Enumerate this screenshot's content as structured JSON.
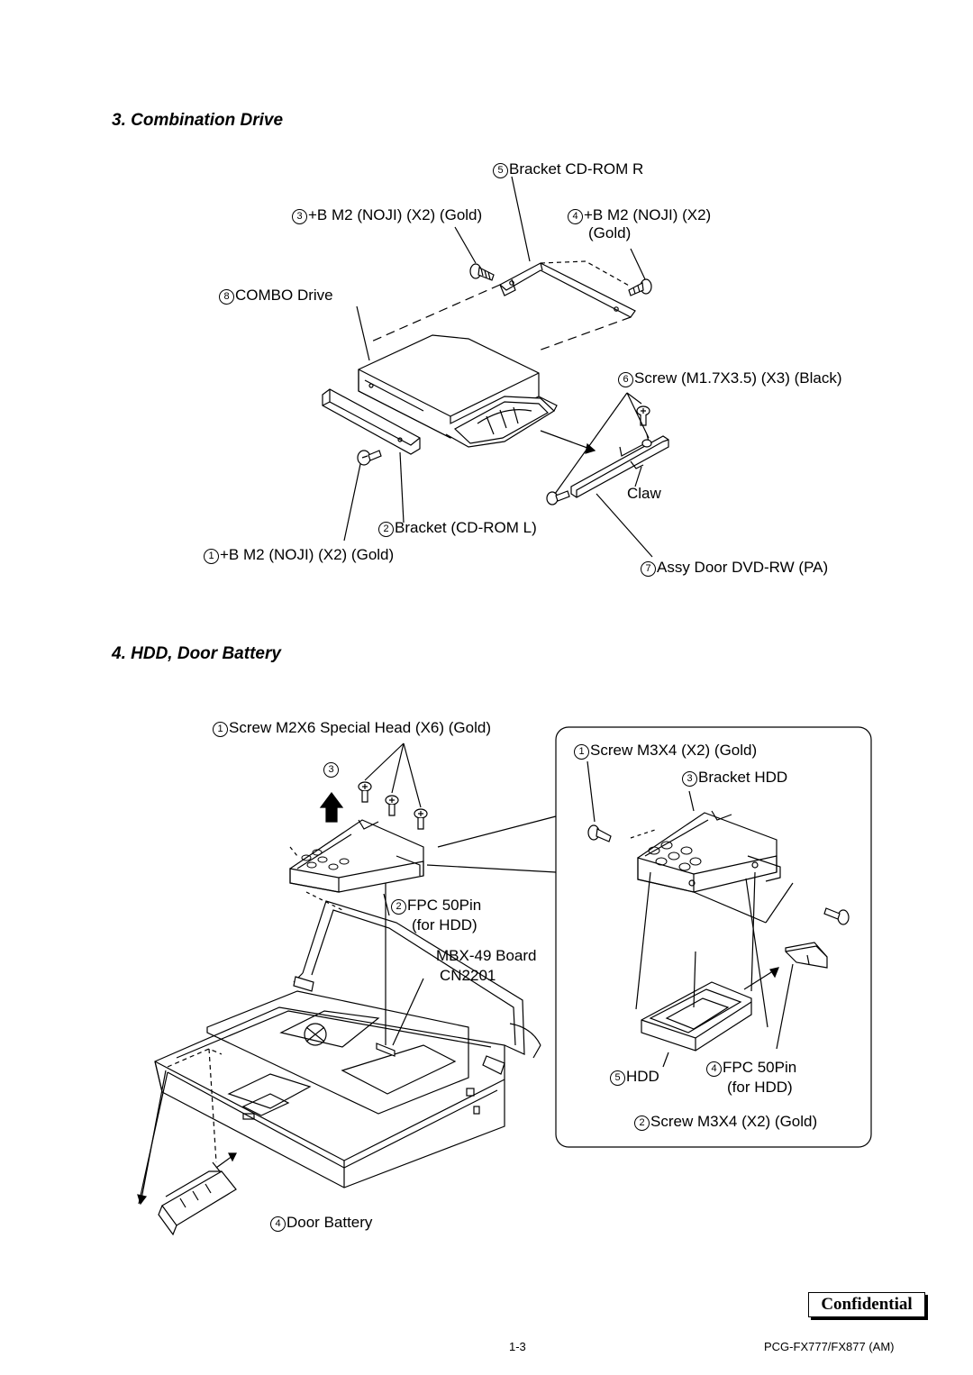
{
  "sections": {
    "combo": {
      "title": "3. Combination Drive",
      "labels": {
        "bracket_r": {
          "num": "5",
          "text": "Bracket CD-ROM R"
        },
        "screw3": {
          "num": "3",
          "text": "+B M2 (NOJI) (X2) (Gold)"
        },
        "screw4": {
          "num": "4",
          "text": "+B M2 (NOJI) (X2)",
          "text2": "(Gold)"
        },
        "combo_drive": {
          "num": "8",
          "text": "COMBO Drive"
        },
        "screw6": {
          "num": "6",
          "text": "Screw (M1.7X3.5) (X3) (Black)"
        },
        "claw": {
          "text": "Claw"
        },
        "bracket_l": {
          "num": "2",
          "text": "Bracket (CD-ROM L)"
        },
        "screw1": {
          "num": "1",
          "text": "+B M2 (NOJI) (X2) (Gold)"
        },
        "door_dvd": {
          "num": "7",
          "text": "Assy Door DVD-RW (PA)"
        }
      }
    },
    "hdd": {
      "title": "4. HDD, Door Battery",
      "labels": {
        "screw_m2x6": {
          "num": "1",
          "text": "Screw M2X6 Special Head (X6) (Gold)"
        },
        "step3": {
          "num": "3"
        },
        "fpc": {
          "num": "2",
          "text": "FPC 50Pin",
          "text2": "(for HDD)"
        },
        "mbx": {
          "text": "MBX-49 Board",
          "text2": "CN2201"
        },
        "door_battery": {
          "num": "4",
          "text": "Door Battery"
        }
      },
      "detail": {
        "screw_m3x4_a": {
          "num": "1",
          "text": "Screw M3X4 (X2) (Gold)"
        },
        "bracket_hdd": {
          "num": "3",
          "text": "Bracket HDD"
        },
        "hdd": {
          "num": "5",
          "text": "HDD"
        },
        "fpc": {
          "num": "4",
          "text": "FPC 50Pin",
          "text2": "(for HDD)"
        },
        "screw_m3x4_b": {
          "num": "2",
          "text": "Screw M3X4 (X2) (Gold)"
        }
      }
    }
  },
  "badge": "Confidential",
  "footer": {
    "page": "1-3",
    "model": "PCG-FX777/FX877 (AM)"
  }
}
